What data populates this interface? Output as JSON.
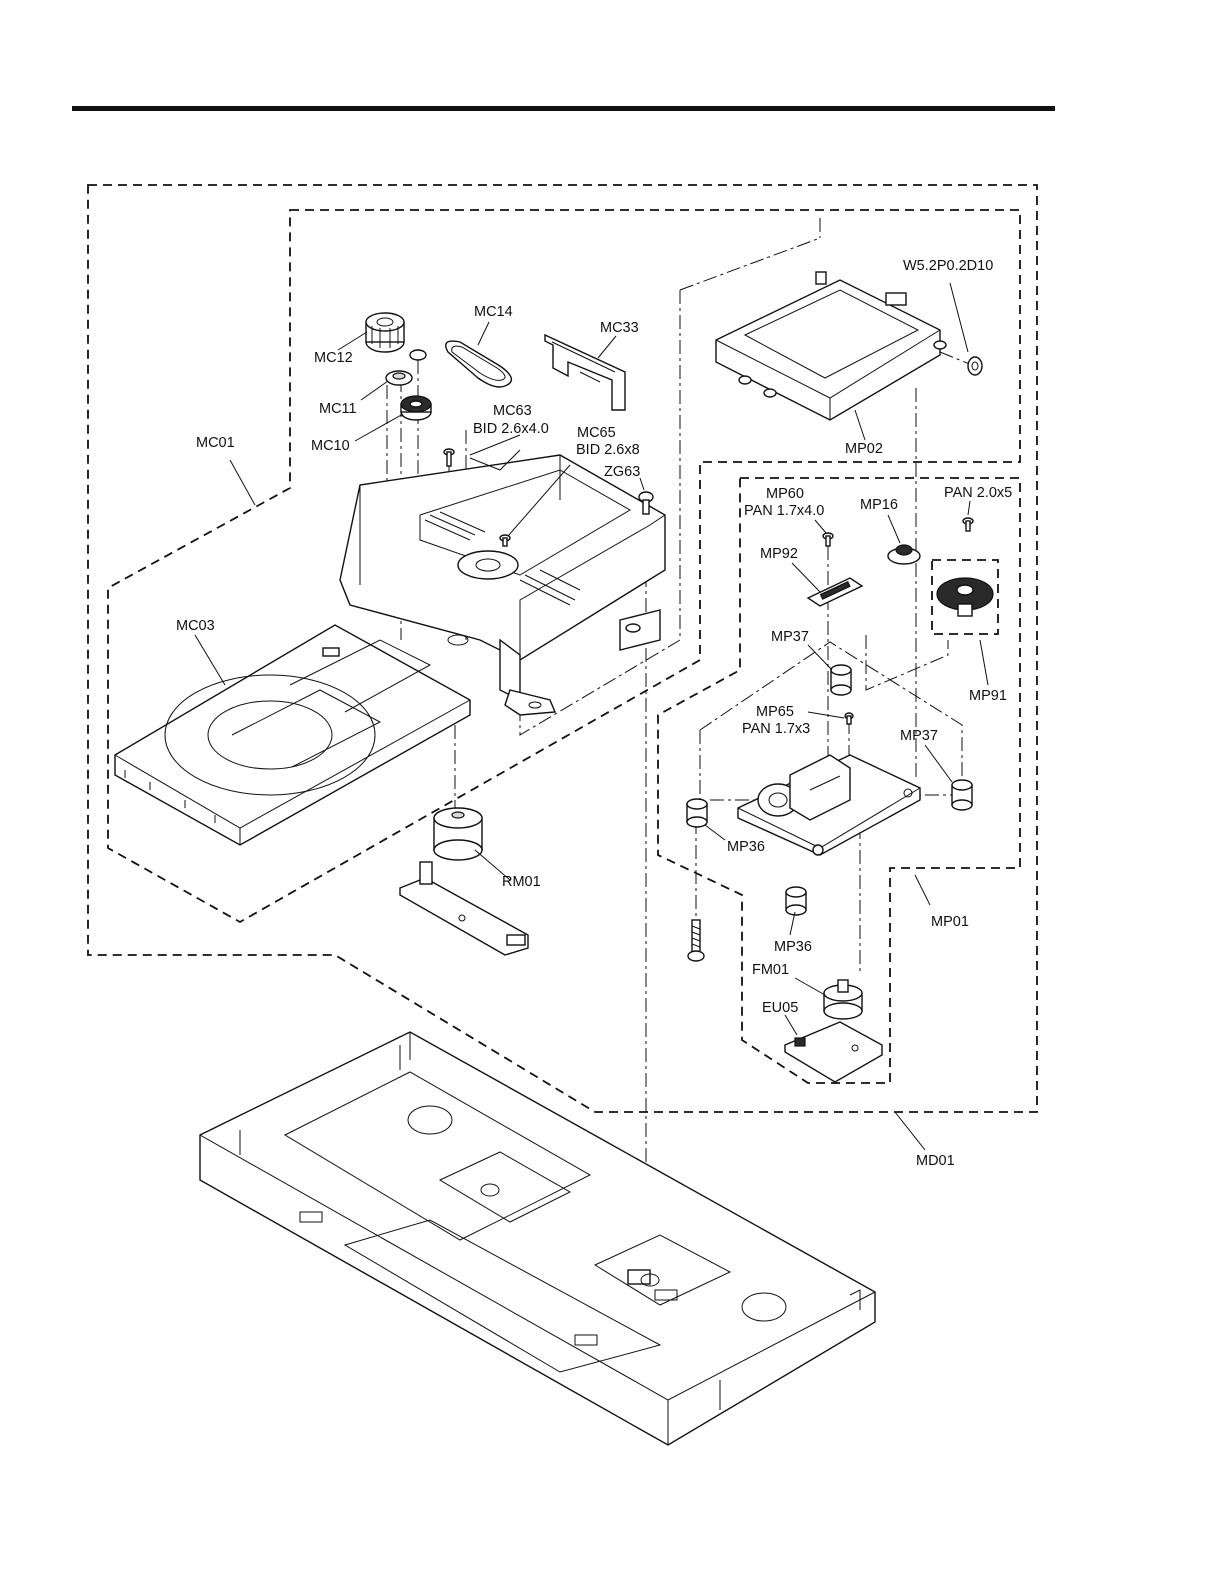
{
  "labels": {
    "mc12": "MC12",
    "mc14": "MC14",
    "mc33": "MC33",
    "mc11": "MC11",
    "mc10": "MC10",
    "mc63": "MC63",
    "mc63_screw": "BID 2.6x4.0",
    "mc65": "MC65",
    "mc65_screw": "BID 2.6x8",
    "zg63": "ZG63",
    "mc01": "MC01",
    "mc03": "MC03",
    "rm01": "RM01",
    "w52": "W5.2P0.2D10",
    "mp02": "MP02",
    "mp60": "MP60",
    "mp60_screw": "PAN 1.7x4.0",
    "mp16": "MP16",
    "pan20": "PAN 2.0x5",
    "mp92": "MP92",
    "mp37_a": "MP37",
    "mp91": "MP91",
    "mp65": "MP65",
    "mp65_screw": "PAN 1.7x3",
    "mp37_b": "MP37",
    "mp36_a": "MP36",
    "mp36_b": "MP36",
    "mp01": "MP01",
    "fm01": "FM01",
    "eu05": "EU05",
    "md01": "MD01"
  }
}
